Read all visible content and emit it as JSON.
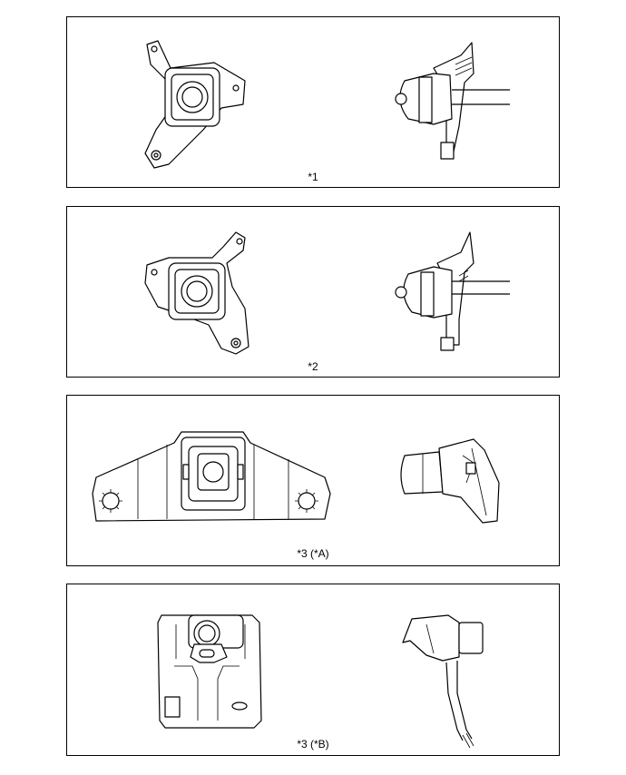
{
  "panels": [
    {
      "label": "*1"
    },
    {
      "label": "*2"
    },
    {
      "label": "*3 (*A)"
    },
    {
      "label": "*3 (*B)"
    }
  ]
}
